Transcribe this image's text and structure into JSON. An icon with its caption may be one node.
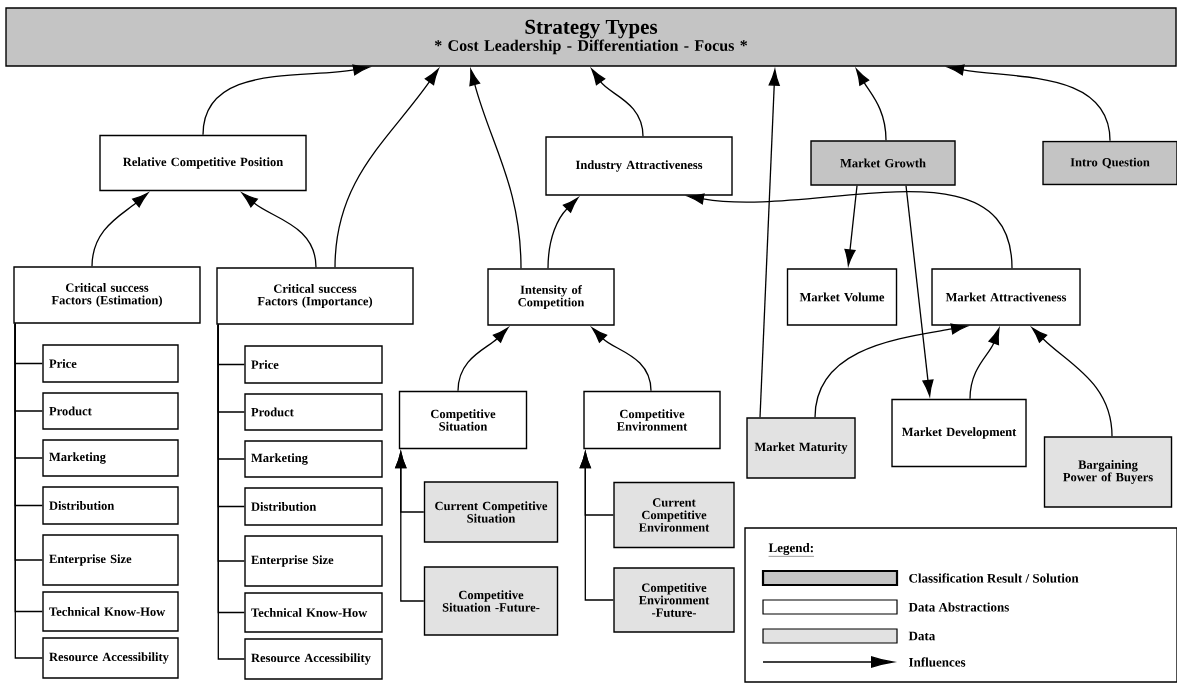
{
  "diagram": {
    "nodes": [
      {
        "text": [
          "Strategy Types",
          "* Cost Leadership - Differentiation - Focus *"
        ]
      },
      {
        "text": [
          "Relative Competitive Position"
        ]
      },
      {
        "text": [
          "Industry Attractiveness"
        ]
      },
      {
        "text": [
          "Market Growth"
        ]
      },
      {
        "text": [
          "Intro Question"
        ]
      },
      {
        "text": [
          "Critical success Factors (Estimation)"
        ]
      },
      {
        "text": [
          "Critical success Factors (Importance)"
        ]
      },
      {
        "text": [
          "Intensity of Competition"
        ]
      },
      {
        "text": [
          "Market Volume"
        ]
      },
      {
        "text": [
          "Market Attractiveness"
        ]
      },
      {
        "text": [
          "Price"
        ]
      },
      {
        "text": [
          "Product"
        ]
      },
      {
        "text": [
          "Marketing"
        ]
      },
      {
        "text": [
          "Distribution"
        ]
      },
      {
        "text": [
          "Enterprise Size"
        ]
      },
      {
        "text": [
          "Technical Know-How"
        ]
      },
      {
        "text": [
          "Resource Accessibility"
        ]
      },
      {
        "text": [
          "Price"
        ]
      },
      {
        "text": [
          "Product"
        ]
      },
      {
        "text": [
          "Marketing"
        ]
      },
      {
        "text": [
          "Distribution"
        ]
      },
      {
        "text": [
          "Enterprise Size"
        ]
      },
      {
        "text": [
          "Technical Know-How"
        ]
      },
      {
        "text": [
          "Resource Accessibility"
        ]
      },
      {
        "text": [
          "Competitive Situation"
        ]
      },
      {
        "text": [
          "Competitive Environment"
        ]
      },
      {
        "text": [
          "Market Maturity"
        ]
      },
      {
        "text": [
          "Market Development"
        ]
      },
      {
        "text": [
          "Bargaining Power of Buyers"
        ]
      },
      {
        "text": [
          "Current Competitive Situation"
        ]
      },
      {
        "text": [
          "Current Competitive Environment"
        ]
      },
      {
        "text": [
          "Competitive Situation -Future-"
        ]
      },
      {
        "text": [
          "Competitive Environment -Future-"
        ]
      }
    ],
    "edges": [
      {
        "from": 1,
        "to": 0,
        "arrow": "to"
      },
      {
        "from": 6,
        "to": 0,
        "arrow": "to"
      },
      {
        "from": 7,
        "to": 0,
        "arrow": "to"
      },
      {
        "from": 2,
        "to": 0,
        "arrow": "to"
      },
      {
        "from": 26,
        "to": 0,
        "arrow": "to"
      },
      {
        "from": 3,
        "to": 0,
        "arrow": "to"
      },
      {
        "from": 4,
        "to": 0,
        "arrow": "to"
      },
      {
        "from": 5,
        "to": 1,
        "arrow": "to"
      },
      {
        "from": 6,
        "to": 1,
        "arrow": "to"
      },
      {
        "from": 7,
        "to": 2,
        "arrow": "to"
      },
      {
        "from": 9,
        "to": 2,
        "arrow": "to"
      },
      {
        "from": 3,
        "to": 8,
        "arrow": "to"
      },
      {
        "from": 3,
        "to": 27,
        "arrow": "to"
      },
      {
        "from": 24,
        "to": 7,
        "arrow": "to"
      },
      {
        "from": 25,
        "to": 7,
        "arrow": "to"
      },
      {
        "from": 26,
        "to": 9,
        "arrow": "to"
      },
      {
        "from": 27,
        "to": 9,
        "arrow": "to"
      },
      {
        "from": 28,
        "to": 9,
        "arrow": "to"
      },
      {
        "from": 29,
        "to": 24,
        "arrow": "to"
      },
      {
        "from": 31,
        "to": 24,
        "arrow": "to"
      },
      {
        "from": 30,
        "to": 25,
        "arrow": "to"
      },
      {
        "from": 32,
        "to": 25,
        "arrow": "to"
      },
      {
        "from": 5,
        "to": 10,
        "arrow": "none"
      },
      {
        "from": 5,
        "to": 11,
        "arrow": "none"
      },
      {
        "from": 5,
        "to": 12,
        "arrow": "none"
      },
      {
        "from": 5,
        "to": 13,
        "arrow": "none"
      },
      {
        "from": 5,
        "to": 14,
        "arrow": "none"
      },
      {
        "from": 5,
        "to": 15,
        "arrow": "none"
      },
      {
        "from": 5,
        "to": 16,
        "arrow": "none"
      },
      {
        "from": 6,
        "to": 17,
        "arrow": "none"
      },
      {
        "from": 6,
        "to": 18,
        "arrow": "none"
      },
      {
        "from": 6,
        "to": 19,
        "arrow": "none"
      },
      {
        "from": 6,
        "to": 20,
        "arrow": "none"
      },
      {
        "from": 6,
        "to": 21,
        "arrow": "none"
      },
      {
        "from": 6,
        "to": 22,
        "arrow": "none"
      },
      {
        "from": 6,
        "to": 23,
        "arrow": "none"
      }
    ],
    "labels": [
      "Legend:"
    ],
    "legend": [
      {
        "text": "Classification Result / Solution",
        "color": "#c4c4c4"
      },
      {
        "text": "Data Abstractions"
      },
      {
        "text": "Data",
        "color": "#e2e2e2"
      },
      {
        "text": "Influences"
      }
    ]
  }
}
